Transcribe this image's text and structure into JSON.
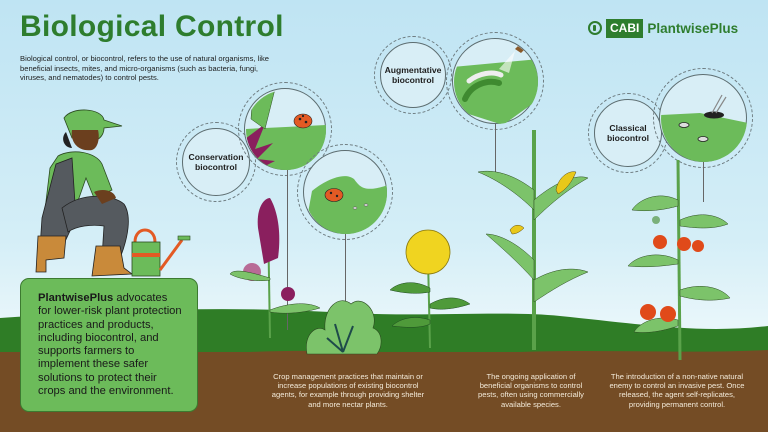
{
  "header": {
    "title": "Biological Control",
    "intro": "Biological control, or biocontrol, refers to the use of natural organisms, like beneficial insects, mites, and micro-organisms (such as bacteria, fungi, viruses, and nematodes) to control pests."
  },
  "logo": {
    "cabi": "CABI",
    "brand": "PlantwisePlus"
  },
  "advocacy": {
    "brand": "PlantwisePlus",
    "text": " advocates for lower-risk plant protection practices and products, including biocontrol, and supports farmers to implement these safer solutions to protect their crops and the environment."
  },
  "types": [
    {
      "label": "Conservation biocontrol",
      "description": "Crop management practices that maintain or increase populations of existing biocontrol agents, for example through providing shelter and more nectar plants."
    },
    {
      "label": "Augmentative biocontrol",
      "description": "The ongoing application of beneficial organisms to control pests, often using commercially available species."
    },
    {
      "label": "Classical biocontrol",
      "description": "The introduction of a non-native natural enemy to control an invasive pest. Once released, the agent self-replicates, providing permanent control."
    }
  ],
  "illustrations": {
    "farmer": "kneeling-farmer",
    "watering_can": "watering-can",
    "plants": [
      "buddleia",
      "lettuce",
      "marigold",
      "maize",
      "tomato"
    ],
    "insets": [
      "ladybird-on-leaf",
      "ladybird-eating-aphids",
      "sprayed-caterpillar",
      "parasitoid-wasp"
    ]
  },
  "colors": {
    "title_green": "#2e7d2e",
    "box_green": "#6cbb5a",
    "ground_green": "#2f7d26",
    "soil_brown": "#744c25",
    "sky": "#cfeaf5"
  }
}
